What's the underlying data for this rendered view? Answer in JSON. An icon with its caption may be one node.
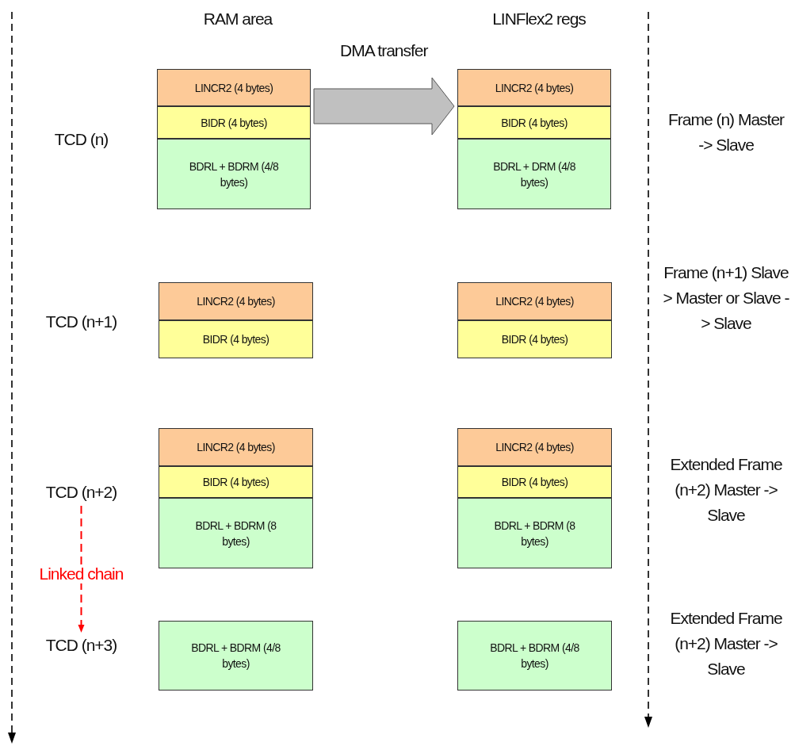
{
  "diagram": {
    "nodes": [
      {
        "text": [
          "LINCR2 (4 bytes)"
        ]
      },
      {
        "text": [
          "BIDR (4 bytes)"
        ]
      },
      {
        "text": [
          "BDRL + BDRM (4/8 bytes)"
        ]
      },
      {
        "text": [
          "LINCR2 (4 bytes)"
        ]
      },
      {
        "text": [
          "BIDR (4 bytes)"
        ]
      },
      {
        "text": [
          "BDRL + DRM (4/8 bytes)"
        ]
      },
      {
        "text": [
          "LINCR2 (4 bytes)"
        ]
      },
      {
        "text": [
          "BIDR (4 bytes)"
        ]
      },
      {
        "text": [
          "LINCR2 (4 bytes)"
        ]
      },
      {
        "text": [
          "BIDR (4 bytes)"
        ]
      },
      {
        "text": [
          "TCD (n+2)"
        ]
      },
      {
        "text": [
          "LINCR2 (4 bytes)"
        ]
      },
      {
        "text": [
          "BIDR (4 bytes)"
        ]
      },
      {
        "text": [
          "BDRL + BDRM (8 bytes)"
        ]
      },
      {
        "text": [
          "LINCR2 (4 bytes)"
        ]
      },
      {
        "text": [
          "BIDR (4 bytes)"
        ]
      },
      {
        "text": [
          "BDRL + BDRM (8 bytes)"
        ]
      },
      {
        "text": [
          "TCD (n+3)"
        ]
      },
      {
        "text": [
          "BDRL + BDRM (4/8 bytes)"
        ]
      },
      {
        "text": [
          "BDRL + BDRM (4/8 bytes)"
        ]
      }
    ],
    "edges": [
      {
        "from": 1,
        "to": 4,
        "arrow": "to",
        "label": "DMA transfer",
        "style": "thick",
        "color": "#c0c0c0"
      },
      {
        "from": 10,
        "to": 17,
        "arrow": "to",
        "label": "Linked chain",
        "style": "dashed",
        "color": "#ff0000"
      }
    ],
    "labels": [
      "RAM area",
      "LINFlex2 regs",
      "TCD (n)",
      "Frame (n) Master -> Slave",
      "TCD (n+1)",
      "Frame (n+1) Slave > Master or Slave -> Slave",
      "Extended Frame (n+2) Master -> Slave",
      "Extended Frame (n+2) Master -> Slave"
    ]
  }
}
